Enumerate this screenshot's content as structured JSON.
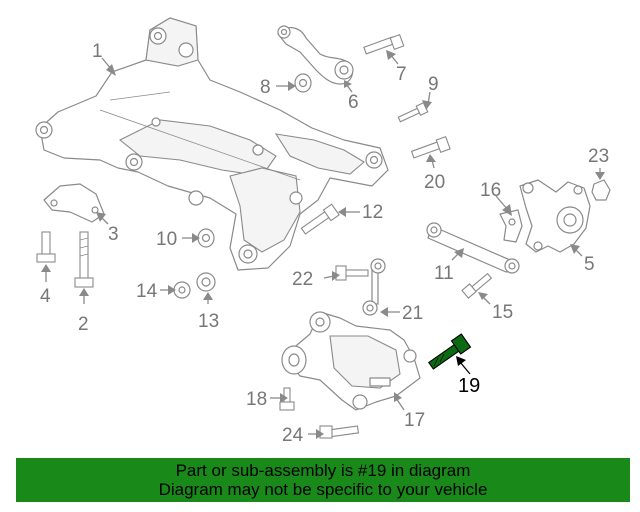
{
  "callouts": [
    {
      "id": "1",
      "label": "1"
    },
    {
      "id": "2",
      "label": "2"
    },
    {
      "id": "3",
      "label": "3"
    },
    {
      "id": "4",
      "label": "4"
    },
    {
      "id": "5",
      "label": "5"
    },
    {
      "id": "6",
      "label": "6"
    },
    {
      "id": "7",
      "label": "7"
    },
    {
      "id": "8",
      "label": "8"
    },
    {
      "id": "9",
      "label": "9"
    },
    {
      "id": "10",
      "label": "10"
    },
    {
      "id": "11",
      "label": "11"
    },
    {
      "id": "12",
      "label": "12"
    },
    {
      "id": "13",
      "label": "13"
    },
    {
      "id": "14",
      "label": "14"
    },
    {
      "id": "15",
      "label": "15"
    },
    {
      "id": "16",
      "label": "16"
    },
    {
      "id": "17",
      "label": "17"
    },
    {
      "id": "18",
      "label": "18"
    },
    {
      "id": "19",
      "label": "19"
    },
    {
      "id": "20",
      "label": "20"
    },
    {
      "id": "21",
      "label": "21"
    },
    {
      "id": "22",
      "label": "22"
    },
    {
      "id": "23",
      "label": "23"
    },
    {
      "id": "24",
      "label": "24"
    }
  ],
  "highlighted_part": "19",
  "colors": {
    "banner_background": "#198a1a",
    "highlight_part": "#0b6b12",
    "line_art": "#8a8a8a"
  },
  "banner": {
    "line1": "Part or sub-assembly is #19 in diagram",
    "line2": "Diagram may not be specific to your vehicle"
  }
}
